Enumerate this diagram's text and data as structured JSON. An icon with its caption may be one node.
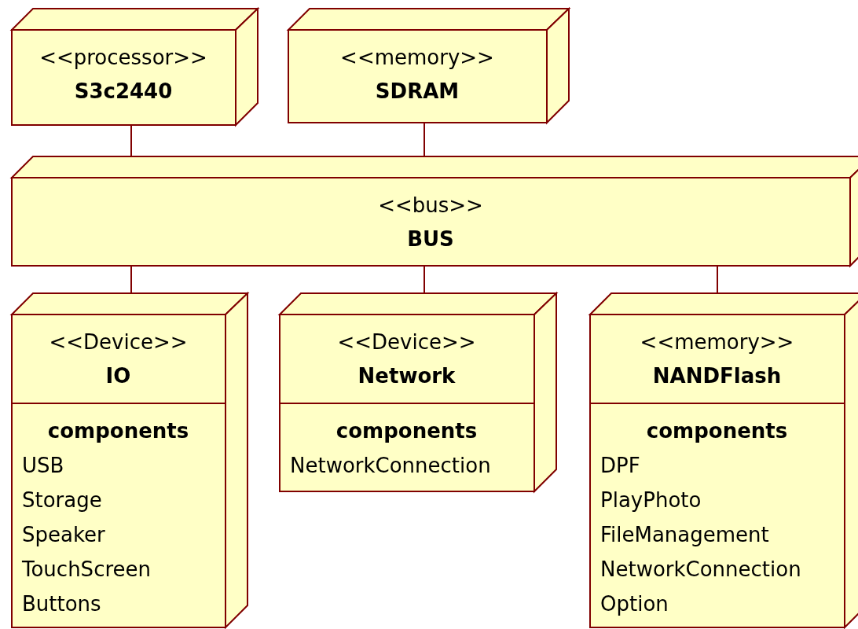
{
  "diagram": {
    "nodes": [
      {
        "text": [
          "<<processor>>",
          "S3c2440"
        ]
      },
      {
        "text": [
          "<<memory>>",
          "SDRAM"
        ]
      },
      {
        "text": [
          "<<bus>>",
          "BUS"
        ]
      },
      {
        "text": [
          "<<Device>>",
          "IO",
          "components",
          "USB",
          "Storage",
          "Speaker",
          "TouchScreen",
          "Buttons"
        ]
      },
      {
        "text": [
          "<<Device>>",
          "Network",
          "components",
          "NetworkConnection"
        ]
      },
      {
        "text": [
          "<<memory>>",
          "NANDFlash",
          "components",
          "DPF",
          "PlayPhoto",
          "FileManagement",
          "NetworkConnection",
          "Option"
        ]
      }
    ],
    "edges": [
      {
        "from": 0,
        "to": 2,
        "arrow": "none"
      },
      {
        "from": 1,
        "to": 2,
        "arrow": "none"
      },
      {
        "from": 2,
        "to": 3,
        "arrow": "none"
      },
      {
        "from": 2,
        "to": 4,
        "arrow": "none"
      },
      {
        "from": 2,
        "to": 5,
        "arrow": "none"
      }
    ]
  }
}
